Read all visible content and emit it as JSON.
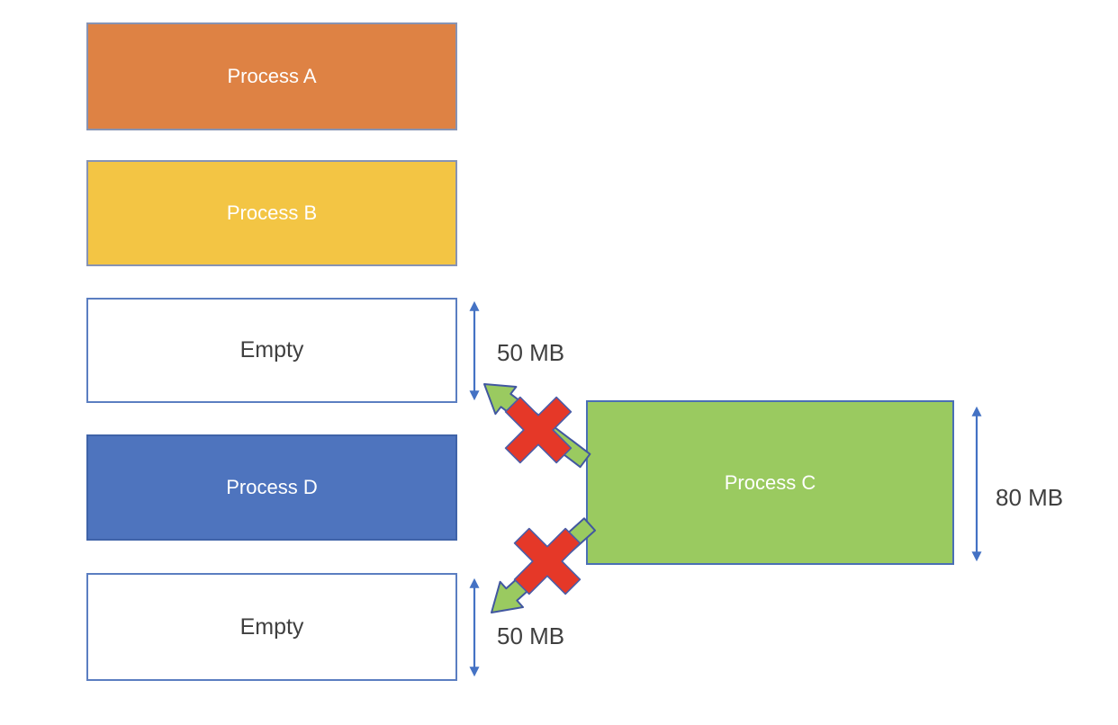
{
  "diagram": {
    "memory_blocks": [
      {
        "label": "Process A",
        "type": "process",
        "fill": "#DE8244",
        "border": "#8793B3"
      },
      {
        "label": "Process B",
        "type": "process",
        "fill": "#F3C544",
        "border": "#8793B3"
      },
      {
        "label": "Empty",
        "type": "free",
        "fill": "#FFFFFF",
        "border": "#5B7EC1",
        "size": "50 MB"
      },
      {
        "label": "Process D",
        "type": "process",
        "fill": "#4E74BE",
        "border": "#3F63A8"
      },
      {
        "label": "Empty",
        "type": "free",
        "fill": "#FFFFFF",
        "border": "#5B7EC1",
        "size": "50 MB"
      }
    ],
    "incoming_process": {
      "label": "Process C",
      "fill": "#9ACA60",
      "border": "#4A6FB5",
      "size": "80 MB"
    },
    "size_labels": {
      "empty_top": "50 MB",
      "empty_bottom": "50 MB",
      "process_c": "80 MB"
    },
    "colors": {
      "measure_arrow": "#4472C4",
      "block_arrow_fill": "#9ACA60",
      "block_arrow_outline": "#4157A0",
      "cross": "#E53828",
      "cross_outline": "#4A5DA8",
      "label_text_on_fill": "#FFFFFF",
      "label_text_dark": "#3F3F3F"
    }
  }
}
